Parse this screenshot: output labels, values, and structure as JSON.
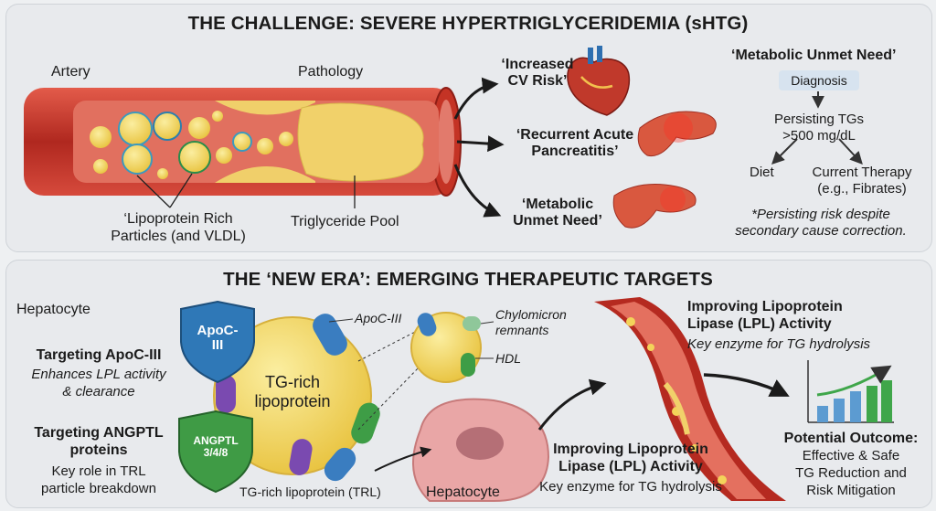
{
  "top": {
    "title": "THE CHALLENGE: SEVERE HYPERTRIGLYCERIDEMIA (sHTG)",
    "artery_label": "Artery",
    "pathology_label": "Pathology",
    "particles_label_line1": "‘Lipoprotein Rich",
    "particles_label_line2": "Particles (and VLDL)",
    "pool_label": "Triglyceride Pool",
    "risk1_line1": "‘Increased",
    "risk1_line2": "CV Risk’",
    "risk2_line1": "‘Recurrent Acute",
    "risk2_line2": "Pancreatitis’",
    "risk3_line1": "‘Metabolic",
    "risk3_line2": "Unmet Need’",
    "need_title": "‘Metabolic Unmet Need’",
    "diagnosis": "Diagnosis",
    "persisting_line1": "Persisting TGs",
    "persisting_line2": ">500 mg/dL",
    "diet": "Diet",
    "therapy_line1": "Current Therapy",
    "therapy_line2": "(e.g., Fibrates)",
    "footnote_line1": "*Persisting risk despite",
    "footnote_line2": "secondary cause correction."
  },
  "bottom": {
    "title": "THE ‘NEW ERA’: EMERGING THERAPEUTIC TARGETS",
    "hepatocyte_label": "Hepatocyte",
    "apoc_shield_line1": "ApoC-",
    "apoc_shield_line2": "III",
    "angptl_shield_line1": "ANGPTL",
    "angptl_shield_line2": "3/4/8",
    "target_apoc_title": "Targeting ApoC-III",
    "target_apoc_desc_line1": "Enhances LPL activity",
    "target_apoc_desc_line2": "& clearance",
    "target_angptl_title_line1": "Targeting ANGPTL",
    "target_angptl_title_line2": "proteins",
    "target_angptl_desc_line1": "Key role in TRL",
    "target_angptl_desc_line2": "particle breakdown",
    "center_label_line1": "TG-rich",
    "center_label_line2": "lipoprotein",
    "apoc_callout": "ApoC-III",
    "chylo_line1": "Chylomicron",
    "chylo_line2": "remnants",
    "hdl": "HDL",
    "trl_label": "TG-rich lipoprotein (TRL)",
    "hepatocyte_cell_label": "Hepatocyte",
    "lpl_top_line1": "Improving Lipoprotein",
    "lpl_top_line2": "Lipase (LPL) Activity",
    "lpl_top_desc": "Key enzyme for TG hydrolysis",
    "lpl_bottom_line1": "Improving Lipoprotein",
    "lpl_bottom_line2": "Lipase (LPL) Activity",
    "lpl_bottom_desc": "Key enzyme for TG hydrolysis",
    "outcome_title": "Potential Outcome:",
    "outcome_line1": "Effective & Safe",
    "outcome_line2": "TG Reduction and",
    "outcome_line3": "Risk Mitigation"
  },
  "colors": {
    "artery_red": "#c0392b",
    "fat_yellow": "#f3d35a",
    "apoc_blue": "#2f78b7",
    "angptl_green": "#3f9b45",
    "chart_bar_blue": "#5c9bd1",
    "chart_bar_green": "#3fa64a"
  }
}
